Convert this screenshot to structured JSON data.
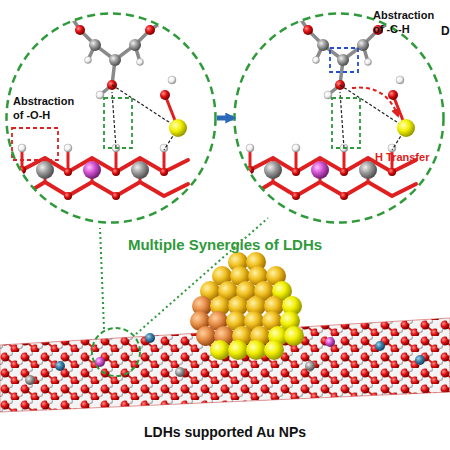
{
  "diagram": {
    "nodes": [
      {
        "text": [
          "Abstraction of -O-H"
        ]
      },
      {
        "text": [
          "Abstraction of -C-H",
          "H Transfer"
        ]
      }
    ],
    "edges": [
      {
        "from": 0,
        "to": 1,
        "arrow": "to"
      }
    ],
    "labels": [
      "Multiple Synergies of LDHs",
      "LDHs supported Au NPs",
      "D"
    ]
  }
}
